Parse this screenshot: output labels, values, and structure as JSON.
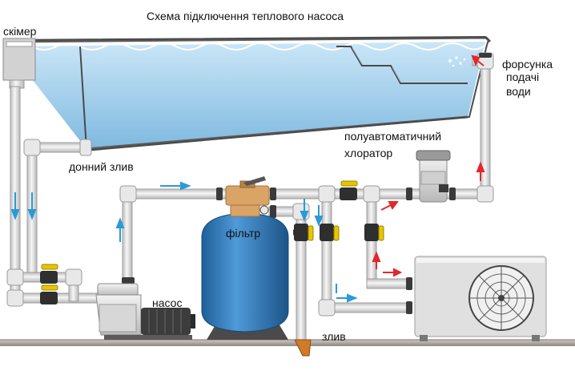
{
  "title": "Схема підключення теплового насоса",
  "labels": {
    "skimmer": "скімер",
    "nozzle": "форсунка",
    "supply_line1": "подачі",
    "supply_line2": "води",
    "bottom_drain": "донний злив",
    "chlorinator_line1": "полуавтоматичний",
    "chlorinator_line2": "хлоратор",
    "filter": "фільтр",
    "pump": "насос",
    "drain": "злив"
  },
  "colors": {
    "water": "#a9d4ee",
    "pool_wall": "#5a5a5a",
    "pipe": "#e4e4e4",
    "pipe_edge": "#a8a8a8",
    "filter_tank": "#2e7bbf",
    "valve_head": "#d9a466",
    "valve_handle": "#e9c500",
    "fitting": "#3a3a3a",
    "flow_cold": "#2a9ad8",
    "flow_hot": "#e0282b",
    "ground": "#b5b0a6",
    "heat_pump": "#e0e0e0"
  },
  "icons": [
    "valve-handle-icon",
    "flow-arrow-icon",
    "fan-grille-icon",
    "motor-fins-icon"
  ]
}
